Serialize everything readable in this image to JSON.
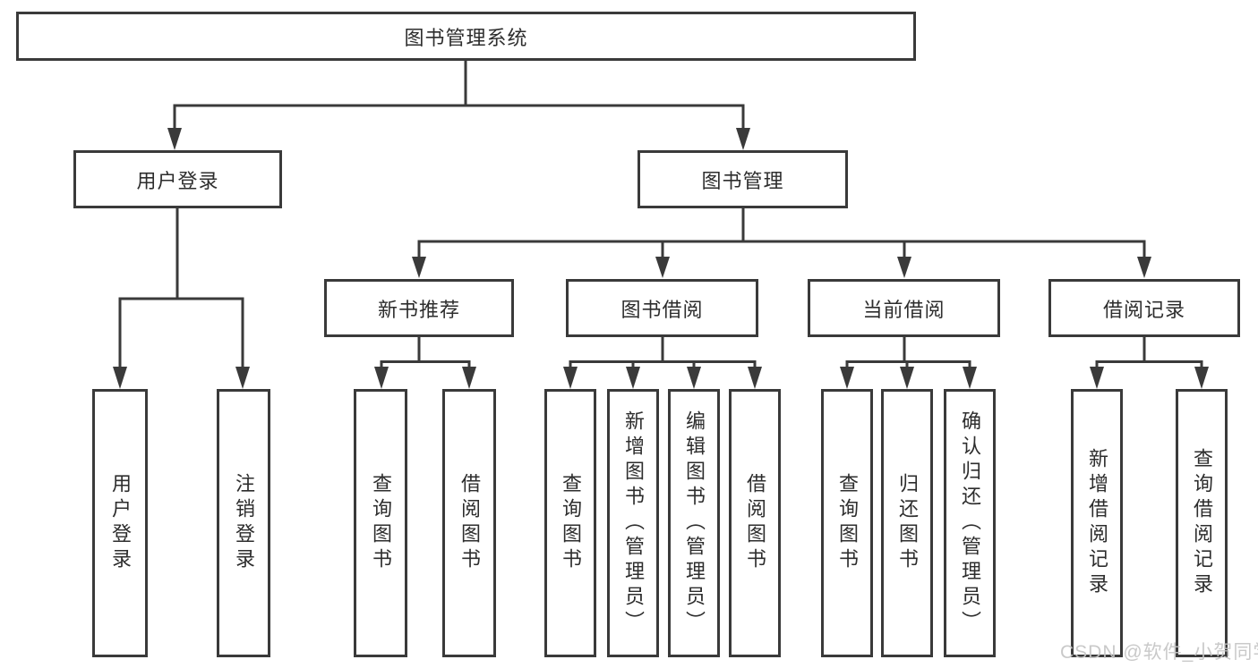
{
  "diagram": {
    "title": "图书管理系统",
    "level2": {
      "user_login": "用户登录",
      "book_management": "图书管理"
    },
    "level3": {
      "new_book_recommend": "新书推荐",
      "book_borrow": "图书借阅",
      "current_borrow": "当前借阅",
      "borrow_record": "借阅记录"
    },
    "leaves": {
      "user_login": "用户登录",
      "logout": "注销登录",
      "recommend_query_books": "查询图书",
      "recommend_borrow_books": "借阅图书",
      "borrow_query_books": "查询图书",
      "borrow_add_books_admin": "新增图书（管理员）",
      "borrow_edit_books_admin": "编辑图书（管理员）",
      "borrow_borrow_books": "借阅图书",
      "current_query_books": "查询图书",
      "current_return_books": "归还图书",
      "current_confirm_return_admin": "确认归还（管理员）",
      "record_add_borrow_record": "新增借阅记录",
      "record_query_borrow_record": "查询借阅记录"
    },
    "colors": {
      "line": "#3a3a3a",
      "text": "#2d2d2d",
      "background": "#ffffff"
    }
  },
  "watermark": {
    "text": "CSDN @软件_小贺同学",
    "color": "#c4c4c4"
  }
}
